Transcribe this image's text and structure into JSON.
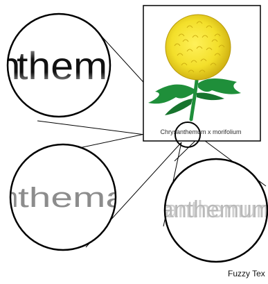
{
  "caption": "Chrysanthemum x morifolium",
  "zoom_sharp_text": "thema",
  "zoom_sharp_prefix": "n",
  "zoom_blurry_text": "thema",
  "zoom_blurry_prefix": "n",
  "zoom_ghost_text": "anthemum",
  "footer_label": "Fuzzy Tex",
  "colors": {
    "outline": "#000000",
    "petal_yellow": "#f3df2a",
    "petal_shadow": "#c9a90e",
    "leaf_green": "#1f8f3a",
    "text_gray": "#8c8c8c",
    "caption_text": "#2d2d2d"
  }
}
